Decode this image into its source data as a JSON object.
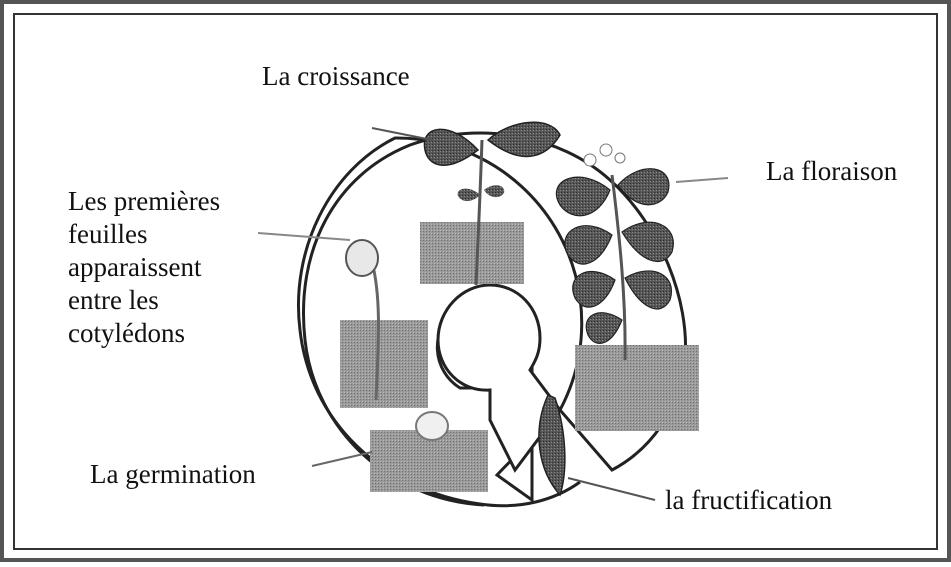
{
  "diagram": {
    "labels": {
      "growth": "La croissance",
      "flowering": "La floraison",
      "first_leaves": [
        "Les premières",
        "feuilles",
        "apparaissent",
        "entre les",
        "cotylédons"
      ],
      "germination": "La germination",
      "fruiting": "la fructification"
    },
    "colors": {
      "border": "#2a2a2a",
      "soil": "#8c8c8c",
      "leaf": "#4d4d4d",
      "line": "#333333"
    }
  }
}
